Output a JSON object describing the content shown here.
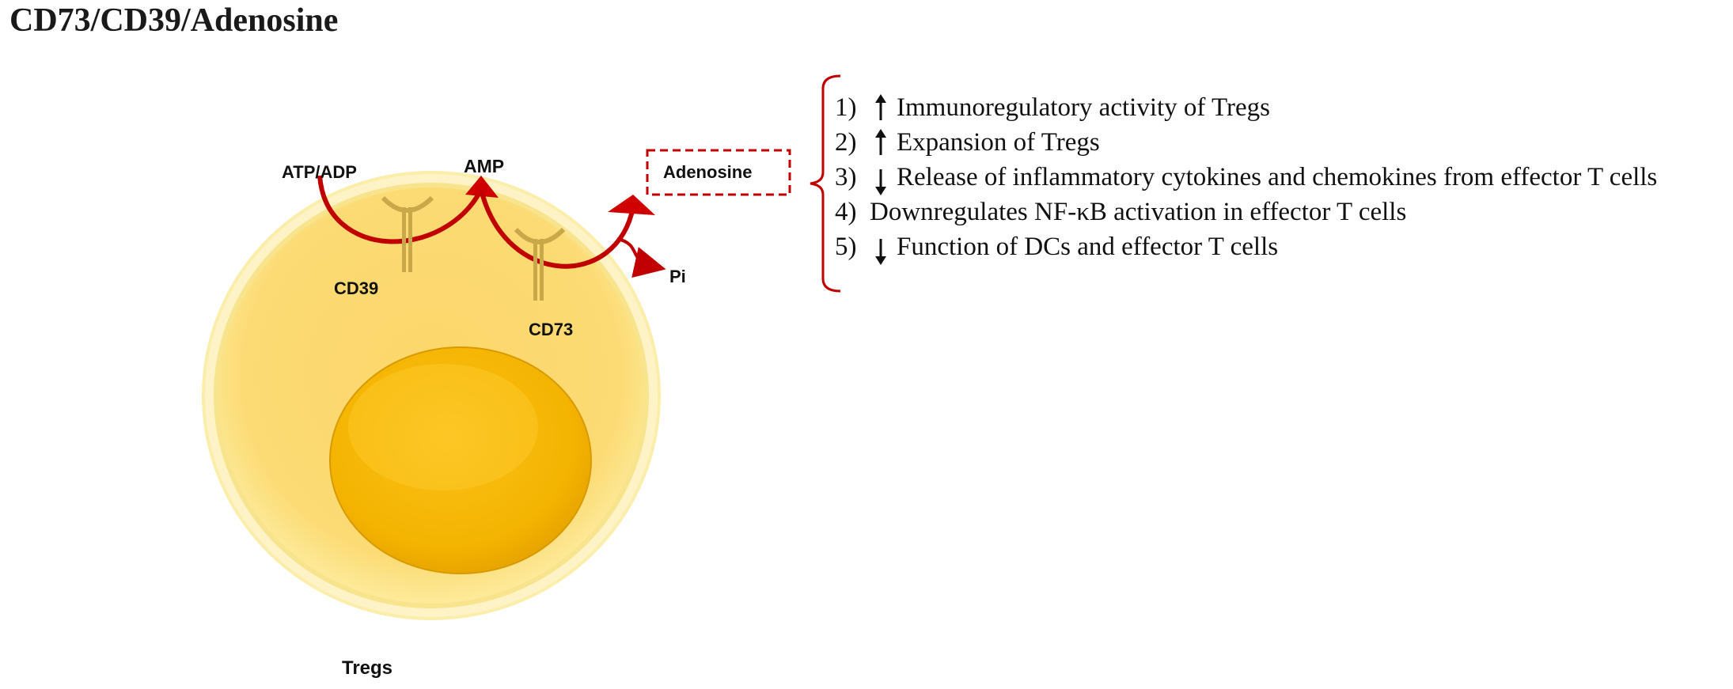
{
  "title": "CD73/CD39/Adenosine",
  "labels": {
    "atp_adp": "ATP/ADP",
    "amp": "AMP",
    "adenosine": "Adenosine",
    "cd39": "CD39",
    "cd73": "CD73",
    "pi": "Pi",
    "tregs": "Tregs"
  },
  "effects": [
    {
      "num": "1)",
      "arrow": "up",
      "text": "Immunoregulatory activity of Tregs"
    },
    {
      "num": "2)",
      "arrow": "up",
      "text": "Expansion of Tregs"
    },
    {
      "num": "3)",
      "arrow": "down",
      "text": "Release of inflammatory cytokines and chemokines from effector T cells"
    },
    {
      "num": "4)",
      "arrow": "none",
      "text": "Downregulates NF-κB activation in effector T cells"
    },
    {
      "num": "5)",
      "arrow": "down",
      "text": "Function of DCs and effector T cells"
    }
  ],
  "colors": {
    "reaction_arrow": "#c00000",
    "cell_membrane": "#fbe27a",
    "cytoplasm": "#fcd96e",
    "nucleus": "#f6b800",
    "receptor": "#c9a84a"
  }
}
